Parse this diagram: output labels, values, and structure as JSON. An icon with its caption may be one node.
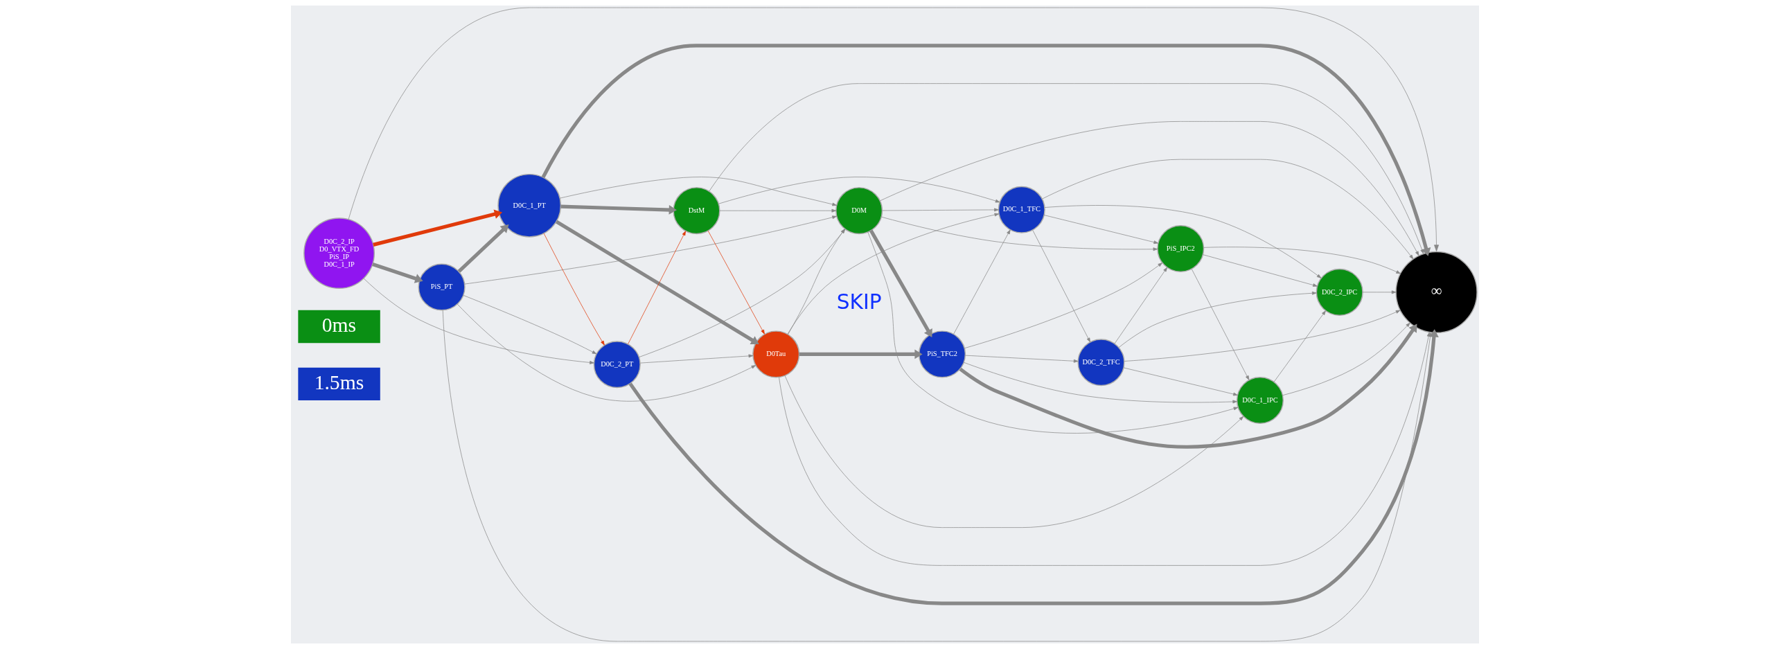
{
  "diagram": {
    "nodes": [
      {
        "text": [
          "D0C_2_IP",
          "D0_VTX_FD",
          "PiS_IP",
          "D0C_1_IP"
        ]
      },
      {
        "text": [
          "PiS_PT"
        ]
      },
      {
        "text": [
          "D0C_1_PT"
        ]
      },
      {
        "text": [
          "D0C_2_PT"
        ]
      },
      {
        "text": [
          "DstM"
        ]
      },
      {
        "text": [
          "D0Tau"
        ]
      },
      {
        "text": [
          "D0M"
        ]
      },
      {
        "text": [
          "PiS_TFC2"
        ]
      },
      {
        "text": [
          "D0C_1_TFC"
        ]
      },
      {
        "text": [
          "D0C_2_TFC"
        ]
      },
      {
        "text": [
          "PiS_IPC2"
        ]
      },
      {
        "text": [
          "D0C_1_IPC"
        ]
      },
      {
        "text": [
          "D0C_2_IPC"
        ]
      },
      {
        "text": [
          "∞"
        ]
      }
    ],
    "edges": [
      {
        "from": 0,
        "to": 2,
        "arrow": "to",
        "style": "thick",
        "color": "#e03a0a"
      },
      {
        "from": 0,
        "to": 1,
        "arrow": "to",
        "style": "thick"
      },
      {
        "from": 0,
        "to": 3,
        "arrow": "to"
      },
      {
        "from": 0,
        "to": 13,
        "arrow": "to"
      },
      {
        "from": 1,
        "to": 2,
        "arrow": "to",
        "style": "thick"
      },
      {
        "from": 1,
        "to": 5,
        "arrow": "to"
      },
      {
        "from": 1,
        "to": 3,
        "arrow": "to"
      },
      {
        "from": 1,
        "to": 6,
        "arrow": "to"
      },
      {
        "from": 1,
        "to": 13,
        "arrow": "to"
      },
      {
        "from": 2,
        "to": 4,
        "arrow": "to",
        "style": "thick"
      },
      {
        "from": 2,
        "to": 5,
        "arrow": "to",
        "style": "thick"
      },
      {
        "from": 2,
        "to": 6,
        "arrow": "to"
      },
      {
        "from": 2,
        "to": 3,
        "arrow": "to",
        "color": "#e03a0a"
      },
      {
        "from": 2,
        "to": 13,
        "arrow": "to",
        "style": "thick"
      },
      {
        "from": 3,
        "to": 4,
        "arrow": "to",
        "color": "#e03a0a"
      },
      {
        "from": 3,
        "to": 5,
        "arrow": "to"
      },
      {
        "from": 3,
        "to": 6,
        "arrow": "to"
      },
      {
        "from": 3,
        "to": 13,
        "arrow": "to",
        "style": "thick"
      },
      {
        "from": 4,
        "to": 5,
        "arrow": "to",
        "color": "#e03a0a"
      },
      {
        "from": 4,
        "to": 8,
        "arrow": "to"
      },
      {
        "from": 4,
        "to": 6,
        "arrow": "to"
      },
      {
        "from": 4,
        "to": 13,
        "arrow": "to"
      },
      {
        "from": 5,
        "to": 7,
        "arrow": "to",
        "style": "thick"
      },
      {
        "from": 5,
        "to": 6,
        "arrow": "to"
      },
      {
        "from": 5,
        "to": 8,
        "arrow": "to"
      },
      {
        "from": 5,
        "to": 11,
        "arrow": "to"
      },
      {
        "from": 5,
        "to": 13,
        "arrow": "to"
      },
      {
        "from": 6,
        "to": 7,
        "arrow": "to",
        "style": "thick"
      },
      {
        "from": 6,
        "to": 8,
        "arrow": "to"
      },
      {
        "from": 6,
        "to": 10,
        "arrow": "to"
      },
      {
        "from": 6,
        "to": 11,
        "arrow": "to"
      },
      {
        "from": 6,
        "to": 13,
        "arrow": "to"
      },
      {
        "from": 7,
        "to": 8,
        "arrow": "to"
      },
      {
        "from": 7,
        "to": 9,
        "arrow": "to"
      },
      {
        "from": 7,
        "to": 10,
        "arrow": "to"
      },
      {
        "from": 7,
        "to": 11,
        "arrow": "to"
      },
      {
        "from": 7,
        "to": 13,
        "arrow": "to",
        "style": "thick"
      },
      {
        "from": 8,
        "to": 9,
        "arrow": "to"
      },
      {
        "from": 8,
        "to": 10,
        "arrow": "to"
      },
      {
        "from": 8,
        "to": 12,
        "arrow": "to"
      },
      {
        "from": 8,
        "to": 13,
        "arrow": "to"
      },
      {
        "from": 9,
        "to": 12,
        "arrow": "to"
      },
      {
        "from": 9,
        "to": 10,
        "arrow": "to"
      },
      {
        "from": 9,
        "to": 11,
        "arrow": "to"
      },
      {
        "from": 9,
        "to": 13,
        "arrow": "to"
      },
      {
        "from": 10,
        "to": 12,
        "arrow": "to"
      },
      {
        "from": 10,
        "to": 11,
        "arrow": "to"
      },
      {
        "from": 10,
        "to": 13,
        "arrow": "to"
      },
      {
        "from": 11,
        "to": 12,
        "arrow": "to"
      },
      {
        "from": 11,
        "to": 13,
        "arrow": "to"
      },
      {
        "from": 12,
        "to": 13,
        "arrow": "to"
      }
    ],
    "labels": [
      "SKIP"
    ],
    "legend": [
      {
        "text": "0ms",
        "color": "#0a8f14"
      },
      {
        "text": "1.5ms",
        "color": "#1236c0"
      }
    ]
  }
}
